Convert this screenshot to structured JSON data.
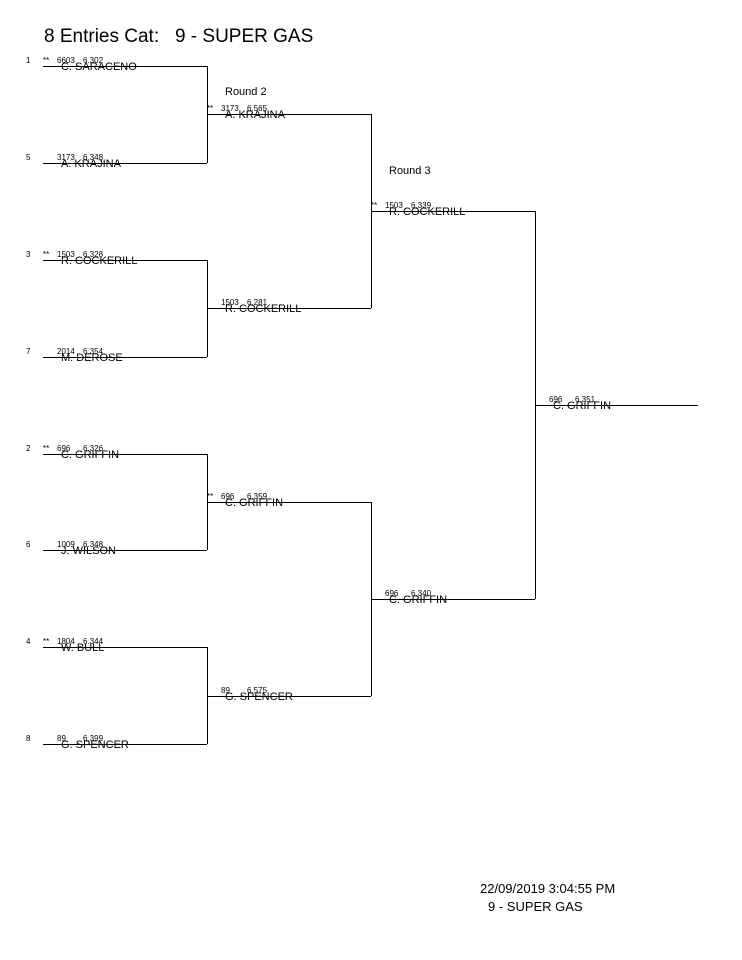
{
  "title": "8 Entries Cat:   9 - SUPER GAS",
  "rounds": {
    "r2_label": "Round 2",
    "r3_label": "Round 3"
  },
  "round1": [
    {
      "seed": "1",
      "marker": "**",
      "number": "6603",
      "time": "6.302",
      "name": "C. SARACENO"
    },
    {
      "seed": "5",
      "marker": "",
      "number": "3173",
      "time": "6.348",
      "name": "A. KRAJINA"
    },
    {
      "seed": "3",
      "marker": "**",
      "number": "1503",
      "time": "6.328",
      "name": "R. COCKERILL"
    },
    {
      "seed": "7",
      "marker": "",
      "number": "2014",
      "time": "6.354",
      "name": "M. DEROSE"
    },
    {
      "seed": "2",
      "marker": "**",
      "number": "696",
      "time": "6.326",
      "name": "C. GRIFFIN"
    },
    {
      "seed": "6",
      "marker": "",
      "number": "1009",
      "time": "6.348",
      "name": "J. WILSON"
    },
    {
      "seed": "4",
      "marker": "**",
      "number": "1804",
      "time": "6.344",
      "name": "W. BULL"
    },
    {
      "seed": "8",
      "marker": "",
      "number": "89",
      "time": "6.399",
      "name": "G. SPENCER"
    }
  ],
  "round2": [
    {
      "marker": "**",
      "number": "3173",
      "time": "6.565",
      "name": "A. KRAJINA"
    },
    {
      "marker": "",
      "number": "1503",
      "time": "6.281",
      "name": "R. COCKERILL"
    },
    {
      "marker": "**",
      "number": "696",
      "time": "6.359",
      "name": "C. GRIFFIN"
    },
    {
      "marker": "",
      "number": "89",
      "time": "6.575",
      "name": "G. SPENCER"
    }
  ],
  "round3": [
    {
      "marker": "**",
      "number": "1503",
      "time": "6.339",
      "name": "R. COCKERILL"
    },
    {
      "marker": "",
      "number": "696",
      "time": "6.340",
      "name": "C. GRIFFIN"
    }
  ],
  "final": {
    "marker": "",
    "number": "696",
    "time": "6.351",
    "name": "C. GRIFFIN"
  },
  "footer": {
    "timestamp": "22/09/2019 3:04:55 PM",
    "category": "9 - SUPER GAS"
  }
}
